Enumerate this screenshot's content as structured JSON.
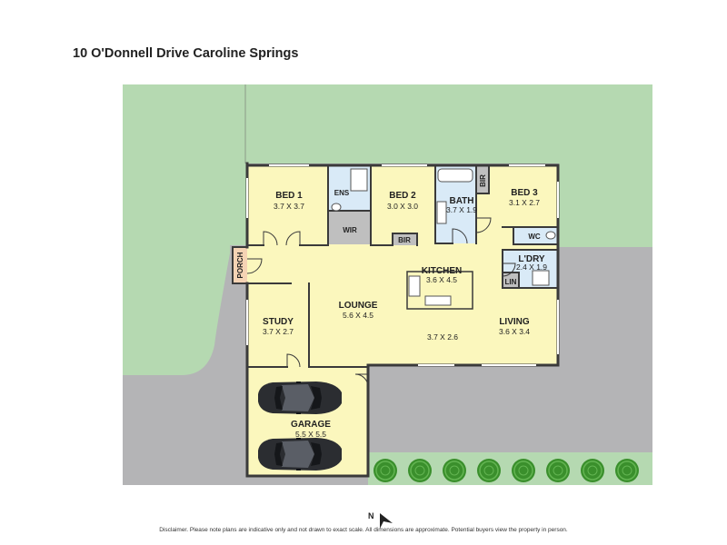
{
  "address": "10 O'Donnell Drive Caroline Springs",
  "rooms": {
    "bed1": {
      "name": "BED 1",
      "dims": "3.7 X 3.7"
    },
    "ens": {
      "name": "ENS"
    },
    "wir": {
      "name": "WIR"
    },
    "bed2": {
      "name": "BED 2",
      "dims": "3.0 X 3.0"
    },
    "bir_bed2": {
      "name": "BIR"
    },
    "bath": {
      "name": "BATH",
      "dims": "3.7 X 1.9"
    },
    "bir_bed3": {
      "name": "BIR"
    },
    "bed3": {
      "name": "BED 3",
      "dims": "3.1 X 2.7"
    },
    "wc": {
      "name": "WC"
    },
    "porch": {
      "name": "PORCH"
    },
    "kitchen": {
      "name": "KITCHEN",
      "dims": "3.6 X 4.5"
    },
    "laundry": {
      "name": "L'DRY",
      "dims": "2.4 X 1.9"
    },
    "lin": {
      "name": "LIN"
    },
    "lounge": {
      "name": "LOUNGE",
      "dims": "5.6 X 4.5"
    },
    "study": {
      "name": "STUDY",
      "dims": "3.7 X 2.7"
    },
    "dining": {
      "dims": "3.7 X 2.6"
    },
    "living": {
      "name": "LIVING",
      "dims": "3.6 X 3.4"
    },
    "garage": {
      "name": "GARAGE",
      "dims": "5.5 X 5.5"
    }
  },
  "compass": "N",
  "disclaimer": "Disclaimer. Please note plans are indicative only and not drawn to exact scale. All dimensions are approximate. Potential buyers view the property in person.",
  "colors": {
    "lawn": "#b5d9b1",
    "paving": "#b4b4b6",
    "floor": "#fbf7bd",
    "wet_area": "#d9eaf7",
    "storage": "#bfbfbf",
    "porch": "#f5d3b4",
    "tree": "#3a8f2c",
    "wall": "#3a3a3a"
  },
  "icons": [
    "compass-arrow-icon",
    "car-icon",
    "tree-icon",
    "toilet-icon",
    "vanity-icon",
    "shower-icon",
    "bathtub-icon",
    "sink-icon",
    "cooktop-icon",
    "laundry-trough-icon",
    "door-swing-icon"
  ]
}
